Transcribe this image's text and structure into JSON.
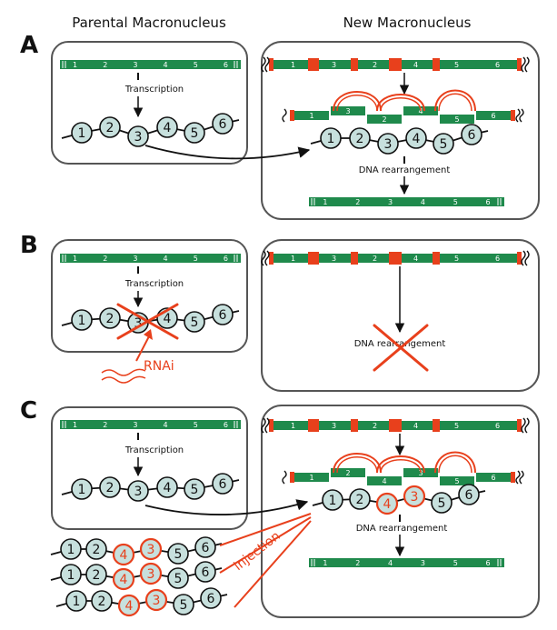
{
  "headers": {
    "parental": "Parental Macronucleus",
    "new": "New Macronucleus"
  },
  "panels": [
    {
      "label": "A"
    },
    {
      "label": "B"
    },
    {
      "label": "C"
    }
  ],
  "labels": {
    "transcription": "Transcription",
    "dna_rearrangement": "DNA rearrangement",
    "rnai": "RNAi",
    "injection": "injection"
  },
  "segments": [
    "1",
    "2",
    "3",
    "4",
    "5",
    "6"
  ],
  "segments_scrambled": [
    "1",
    "3",
    "2",
    "4",
    "5",
    "6"
  ],
  "segments_injected": [
    "1",
    "2",
    "4",
    "3",
    "5",
    "6"
  ],
  "beads_normal": [
    "1",
    "2",
    "3",
    "4",
    "5",
    "6"
  ],
  "beads_swapped": [
    "1",
    "2",
    "4",
    "3",
    "5",
    "6"
  ],
  "colors": {
    "dna_green": "#1f8a4c",
    "ies_red": "#e8401c",
    "bead_fill": "#c7e0dd",
    "box_stroke": "#555555"
  }
}
